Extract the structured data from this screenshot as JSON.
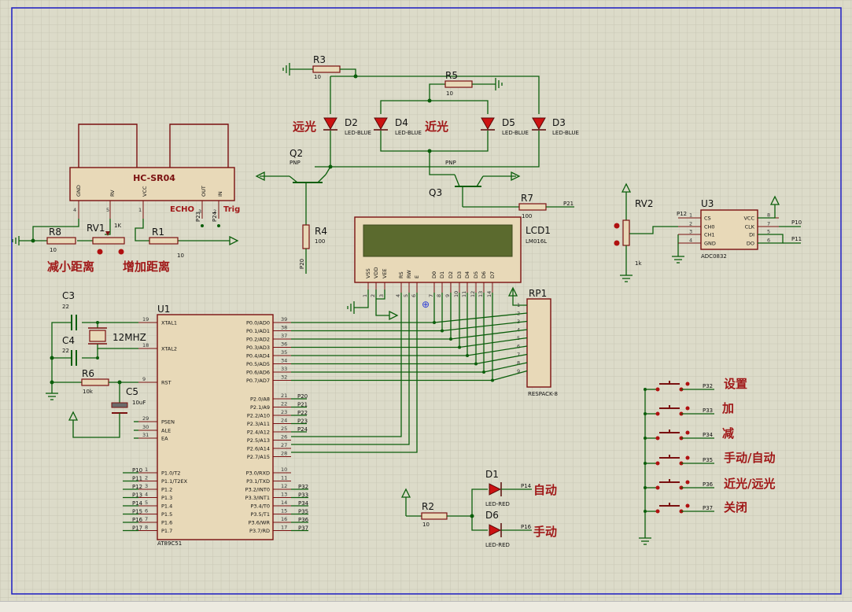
{
  "sensor": {
    "name": "HC-SR04",
    "pins": [
      "GND",
      "RV",
      "VCC",
      "OUT",
      "IN"
    ],
    "echo": "ECHO",
    "trig": "Trig",
    "pin_nums": [
      "4",
      "5",
      "1",
      "3",
      "2"
    ],
    "nets": [
      "P23",
      "P24"
    ]
  },
  "labels": {
    "far": "远光",
    "near": "近光",
    "decrease": "减小距离",
    "increase": "增加距离",
    "auto": "自动",
    "manual": "手动",
    "set": "设置",
    "add": "加",
    "sub": "减",
    "mode": "手动/自动",
    "switch_light": "近光/远光",
    "off": "关闭"
  },
  "parts": {
    "R1": {
      "ref": "R1",
      "val": "10"
    },
    "R2": {
      "ref": "R2",
      "val": "10"
    },
    "R3": {
      "ref": "R3",
      "val": "10"
    },
    "R4": {
      "ref": "R4",
      "val": "100"
    },
    "R5": {
      "ref": "R5",
      "val": "10"
    },
    "R6": {
      "ref": "R6",
      "val": "10k"
    },
    "R7": {
      "ref": "R7",
      "val": "100"
    },
    "R8": {
      "ref": "R8",
      "val": "10"
    },
    "RV1": {
      "ref": "RV1",
      "val": "1K"
    },
    "RV2": {
      "ref": "RV2",
      "val": "1k"
    },
    "Q2": {
      "ref": "Q2",
      "val": "PNP"
    },
    "Q3": {
      "ref": "Q3",
      "val": "PNP"
    },
    "C3": {
      "ref": "C3",
      "val": "22"
    },
    "C4": {
      "ref": "C4",
      "val": "22"
    },
    "C5": {
      "ref": "C5",
      "val": "10uF"
    },
    "X1": {
      "val": "12MHZ"
    },
    "D1": {
      "ref": "D1",
      "val": "LED-RED"
    },
    "D2": {
      "ref": "D2",
      "val": "LED-BLUE"
    },
    "D3": {
      "ref": "D3",
      "val": "LED-BLUE"
    },
    "D4": {
      "ref": "D4",
      "val": "LED-BLUE"
    },
    "D5": {
      "ref": "D5",
      "val": "LED-BLUE"
    },
    "D6": {
      "ref": "D6",
      "val": "LED-RED"
    },
    "LCD1": {
      "ref": "LCD1",
      "val": "LM016L"
    },
    "RP1": {
      "ref": "RP1",
      "val": "RESPACK-8"
    },
    "U1": {
      "ref": "U1",
      "val": "AT89C51"
    },
    "U3": {
      "ref": "U3",
      "val": "ADC0832"
    }
  },
  "lcd_pins": [
    "VSS",
    "VDD",
    "VEE",
    "RS",
    "RW",
    "E",
    "D0",
    "D1",
    "D2",
    "D3",
    "D4",
    "D5",
    "D6",
    "D7"
  ],
  "lcd_pin_nums": [
    "1",
    "2",
    "3",
    "4",
    "5",
    "6",
    "7",
    "8",
    "9",
    "10",
    "11",
    "12",
    "13",
    "14"
  ],
  "mcu": {
    "left": [
      "XTAL1",
      "XTAL2",
      "RST",
      "PSEN",
      "ALE",
      "EA"
    ],
    "left_nums": [
      "19",
      "18",
      "9",
      "29",
      "30",
      "31"
    ],
    "p0": [
      "P0.0/AD0",
      "P0.1/AD1",
      "P0.2/AD2",
      "P0.3/AD3",
      "P0.4/AD4",
      "P0.5/AD5",
      "P0.6/AD6",
      "P0.7/AD7"
    ],
    "p0_nums": [
      "39",
      "38",
      "37",
      "36",
      "35",
      "34",
      "33",
      "32"
    ],
    "p2": [
      "P2.0/A8",
      "P2.1/A9",
      "P2.2/A10",
      "P2.3/A11",
      "P2.4/A12",
      "P2.5/A13",
      "P2.6/A14",
      "P2.7/A15"
    ],
    "p2_nums": [
      "21",
      "22",
      "23",
      "24",
      "25",
      "26",
      "27",
      "28"
    ],
    "p2_nets": [
      "P20",
      "P21",
      "P22",
      "P23",
      "P24"
    ],
    "p1": [
      "P1.0/T2",
      "P1.1/T2EX",
      "P1.2",
      "P1.3",
      "P1.4",
      "P1.5",
      "P1.6",
      "P1.7"
    ],
    "p1_nums": [
      "1",
      "2",
      "3",
      "4",
      "5",
      "6",
      "7",
      "8"
    ],
    "p1_nets": [
      "P10",
      "P11",
      "P12",
      "P13",
      "P14",
      "P15",
      "P16",
      "P17"
    ],
    "p3": [
      "P3.0/RXD",
      "P3.1/TXD",
      "P3.2/INT0",
      "P3.3/INT1",
      "P3.4/T0",
      "P3.5/T1",
      "P3.6/WR",
      "P3.7/RD"
    ],
    "p3_nums": [
      "10",
      "11",
      "12",
      "13",
      "14",
      "15",
      "16",
      "17"
    ],
    "p3_nets": [
      "P32",
      "P33",
      "P34",
      "P35",
      "P36",
      "P37"
    ]
  },
  "adc": {
    "pins_left": [
      "CS",
      "CH0",
      "CH1",
      "GND"
    ],
    "nums_left": [
      "1",
      "2",
      "3",
      "4"
    ],
    "pins_right": [
      "VCC",
      "CLK",
      "DI",
      "DO"
    ],
    "nums_right": [
      "8",
      "7",
      "5",
      "6"
    ],
    "net_cs": "P12",
    "nets_right": [
      "P10",
      "P11"
    ]
  },
  "rp_pins": [
    "1",
    "2",
    "3",
    "4",
    "5",
    "6",
    "7",
    "8",
    "9"
  ],
  "nets": {
    "r7": "P21",
    "r4": "P20",
    "d1": "P14",
    "d6": "P16",
    "btn": [
      "P32",
      "P33",
      "P34",
      "P35",
      "P36",
      "P37"
    ]
  }
}
